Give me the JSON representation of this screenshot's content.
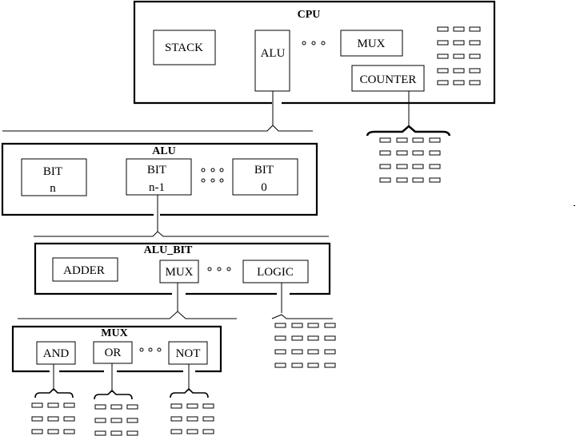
{
  "diagram": {
    "type": "hierarchical-block-diagram",
    "modules": [
      {
        "id": "cpu",
        "title": "CPU",
        "children": [
          "STACK",
          "ALU",
          "MUX",
          "COUNTER"
        ],
        "has_ellipsis": true,
        "has_register_grid": true
      },
      {
        "id": "alu",
        "title": "ALU",
        "children": [
          {
            "line1": "BIT",
            "line2": "n"
          },
          {
            "line1": "BIT",
            "line2": "n-1"
          },
          {
            "line1": "BIT",
            "line2": "0"
          }
        ],
        "has_ellipsis": true
      },
      {
        "id": "alu_bit",
        "title": "ALU_BIT",
        "children": [
          "ADDER",
          "MUX",
          "LOGIC"
        ],
        "has_ellipsis": true
      },
      {
        "id": "mux",
        "title": "MUX",
        "children": [
          "AND",
          "OR",
          "NOT"
        ],
        "has_ellipsis": true
      }
    ],
    "expansions": [
      {
        "from": "CPU.ALU",
        "to": "ALU"
      },
      {
        "from": "ALU.BIT n-1",
        "to": "ALU_BIT"
      },
      {
        "from": "ALU_BIT.MUX",
        "to": "MUX"
      },
      {
        "from": "CPU.COUNTER",
        "to": "cell-grid-4x4"
      },
      {
        "from": "ALU_BIT.LOGIC",
        "to": "cell-grid-4x4"
      },
      {
        "from": "MUX.AND",
        "to": "cell-grid-3x3"
      },
      {
        "from": "MUX.OR",
        "to": "cell-grid-3x3"
      },
      {
        "from": "MUX.NOT",
        "to": "cell-grid-3x3"
      }
    ]
  },
  "labels": {
    "cpu_title": "CPU",
    "cpu_stack": "STACK",
    "cpu_alu": "ALU",
    "cpu_mux": "MUX",
    "cpu_counter": "COUNTER",
    "alu_title": "ALU",
    "bit_n_1": "BIT",
    "bit_n_2": "n",
    "bit_n1_1": "BIT",
    "bit_n1_2": "n-1",
    "bit_0_1": "BIT",
    "bit_0_2": "0",
    "alubit_title": "ALU_BIT",
    "alubit_adder": "ADDER",
    "alubit_mux": "MUX",
    "alubit_logic": "LOGIC",
    "mux_title": "MUX",
    "mux_and": "AND",
    "mux_or": "OR",
    "mux_not": "NOT"
  },
  "colors": {
    "stroke": "#000000",
    "background": "#ffffff"
  }
}
